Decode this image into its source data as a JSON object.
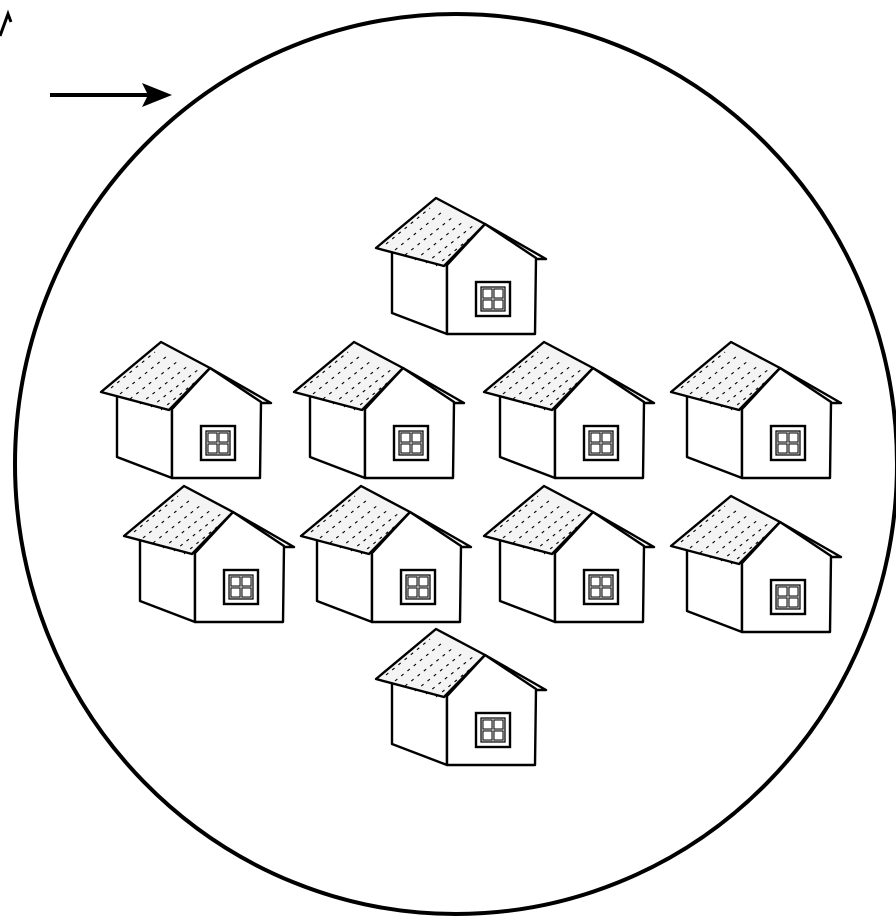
{
  "diagram": {
    "background": "#ffffff",
    "ink": "#000000",
    "roof_fill": "#f2f2f2",
    "window_fill": "#d9d9d9",
    "boundary": {
      "shape": "circle",
      "icon": "boundary-circle"
    },
    "pointer": {
      "icon": "arrow-right",
      "direction": "right"
    },
    "houses": {
      "icon": "house-icon",
      "count": 10,
      "rows": [
        1,
        4,
        4,
        1
      ]
    }
  }
}
